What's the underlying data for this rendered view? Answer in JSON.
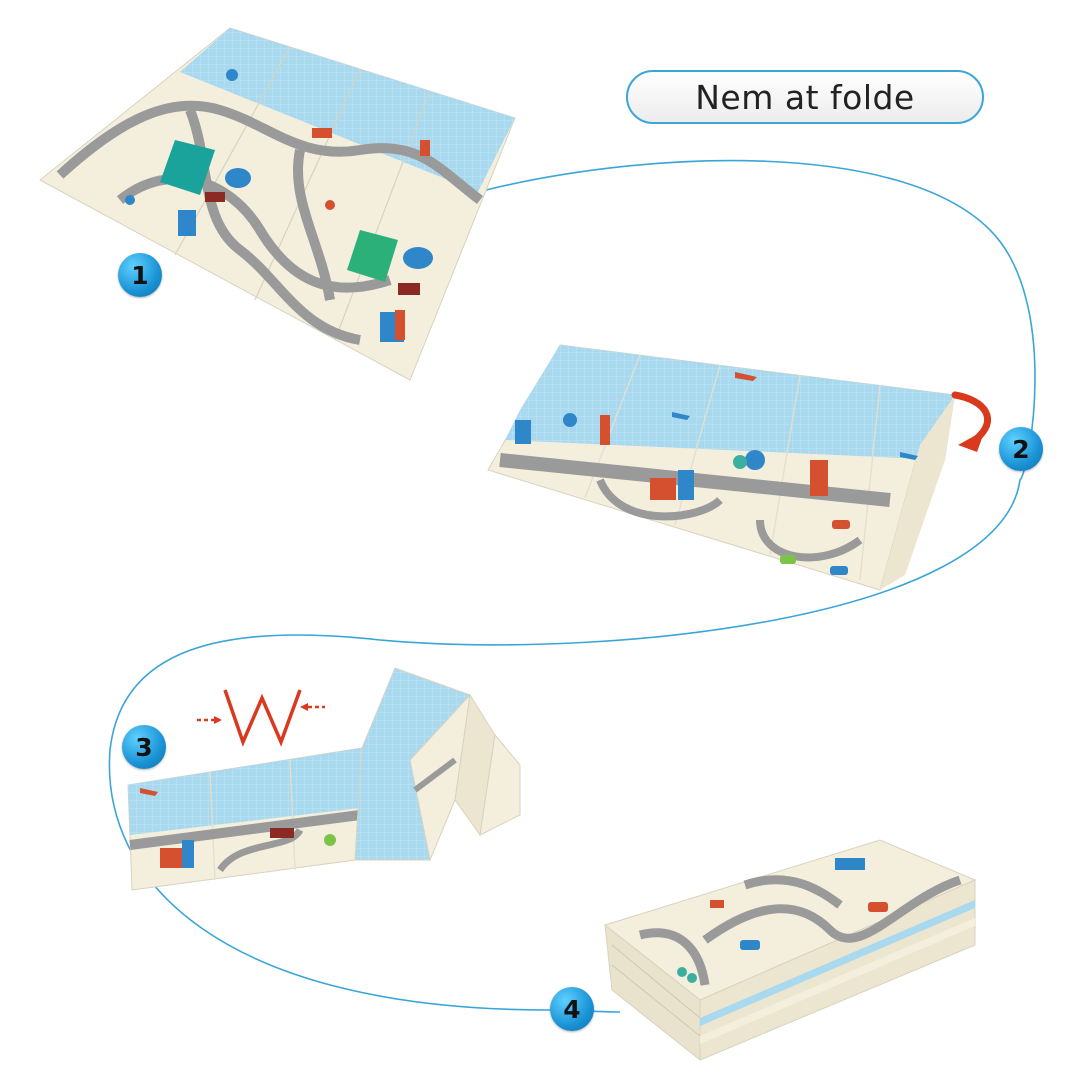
{
  "title": "Nem at folde",
  "steps": [
    {
      "number": "1"
    },
    {
      "number": "2"
    },
    {
      "number": "3"
    },
    {
      "number": "4"
    }
  ],
  "colors": {
    "accent": "#1a93d6",
    "line": "#3aa6d8",
    "sky": "#a9d9ef",
    "mat": "#f5f1e3",
    "road": "#9a9a9a",
    "arrow": "#d93a1e"
  },
  "icons": [
    "curved-arrow-icon",
    "zigzag-fold-icon"
  ]
}
